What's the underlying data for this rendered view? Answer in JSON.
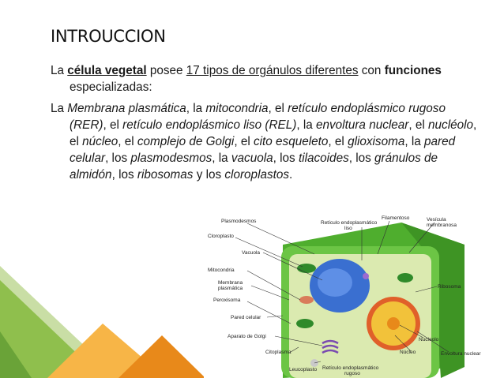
{
  "title": "INTROUCCION",
  "p1": {
    "s1": "La ",
    "s2": "célula vegetal",
    "s3": " posee ",
    "s4": "17 tipos de orgánulos diferentes",
    "s5": " con ",
    "s6": "funciones",
    "s7": " especializadas:"
  },
  "p2": {
    "t1": "La ",
    "t2": "Membrana plasmática",
    "t3": ", la ",
    "t4": "mitocondria",
    "t5": ", el ",
    "t6": "retículo endoplásmico rugoso (RER)",
    "t7": ", el ",
    "t8": "retículo endoplásmico liso (REL)",
    "t9": ", la ",
    "t10": "envoltura nuclear",
    "t11": ", el ",
    "t12": "nucléolo",
    "t13": ", el ",
    "t14": "núcleo",
    "t15": ", el ",
    "t16": "complejo de Golgi",
    "t17": ", el ",
    "t18": "cito esqueleto",
    "t19": ", el ",
    "t20": "glioxisoma",
    "t21": ", la ",
    "t22": "pared celular",
    "t23": ", los ",
    "t24": "plasmodesmos",
    "t25": ", la ",
    "t26": "vacuola",
    "t27": ", los ",
    "t28": "tilacoides",
    "t29": ", los ",
    "t30": "gránulos de almidón",
    "t31": ", los ",
    "t32": "ribosomas",
    "t33": " y los ",
    "t34": "cloroplastos",
    "t35": "."
  },
  "diagram": {
    "labels": {
      "filamentoso": "Filamentoso",
      "rel_top": "Retículo endoplasmático",
      "rel_top2": "liso",
      "vesicula": "Vesícula",
      "vesicula2": "membranosa",
      "plasmodesmos": "Plasmodesmos",
      "cloroplasto": "Cloroplasto",
      "vacuola": "Vacuola",
      "mitocondria": "Mitocondria",
      "membrana": "Membrana",
      "membrana2": "plasmática",
      "peroxisoma": "Peroxisoma",
      "pared": "Pared celular",
      "golgi": "Aparato de Golgi",
      "citoplasma": "Citoplasma",
      "leucoplasto": "Leucoplasto",
      "rer_bottom": "Retículo endoplasmático",
      "rer_bottom2": "rugoso",
      "ribosoma": "Ribosoma",
      "nucleolo": "Nucleolo",
      "nucleo": "Núcleo",
      "envoltura": "Envoltura nuclear"
    }
  },
  "colors": {
    "deco_green_light": "#b9d48f",
    "deco_green": "#7cb342",
    "deco_orange": "#f5a623",
    "deco_orange_dark": "#e8891a",
    "wall": "#5fbf3a",
    "cytoplasm": "#d6e8a8",
    "vacuole": "#3a6fd0",
    "nucleus": "#f2c23a"
  }
}
